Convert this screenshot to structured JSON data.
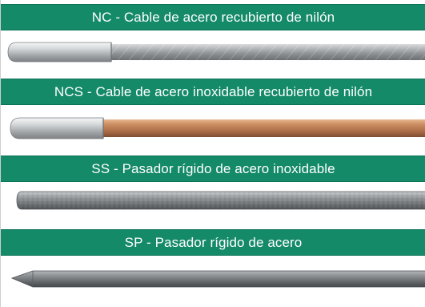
{
  "colors": {
    "header_bg": "#148a68",
    "page_bg": "#ffffff"
  },
  "sections": [
    {
      "label": "NC - Cable de acero recubierto de nilón",
      "product_icon": "nylon-coated-steel-cable-icon"
    },
    {
      "label": "NCS - Cable de acero inoxidable recubierto de nilón",
      "product_icon": "nylon-coated-stainless-steel-cable-icon"
    },
    {
      "label": "SS - Pasador rígido de acero inoxidable",
      "product_icon": "stainless-steel-rigid-pin-icon"
    },
    {
      "label": "SP - Pasador rígido de acero",
      "product_icon": "steel-rigid-pin-icon"
    }
  ]
}
